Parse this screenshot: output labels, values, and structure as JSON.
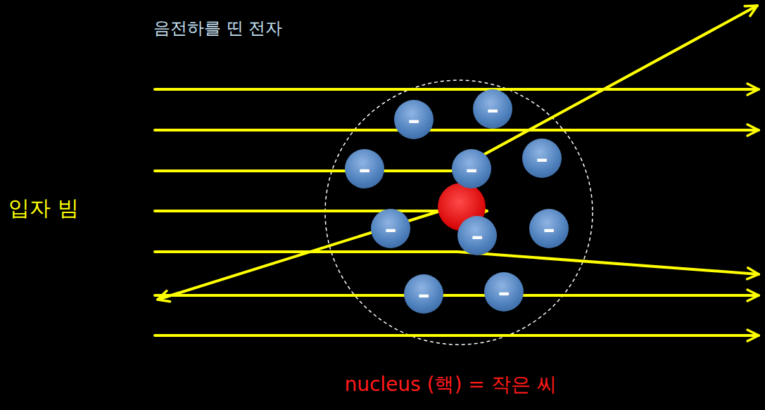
{
  "diagram": {
    "nodes": [
      {
        "text": [
          "–"
        ]
      },
      {
        "text": [
          "–"
        ]
      },
      {
        "text": [
          "–"
        ]
      },
      {
        "text": [
          "–"
        ]
      },
      {
        "text": [
          "–"
        ]
      },
      {
        "text": [
          "–"
        ]
      },
      {
        "text": [
          "–"
        ]
      },
      {
        "text": [
          "–"
        ]
      },
      {
        "text": [
          "–"
        ]
      },
      {
        "text": [
          "–"
        ]
      }
    ],
    "labels": [
      "음전하를 띤 전자",
      "입자 빔",
      "nucleus (핵) = 작은 씨"
    ]
  }
}
